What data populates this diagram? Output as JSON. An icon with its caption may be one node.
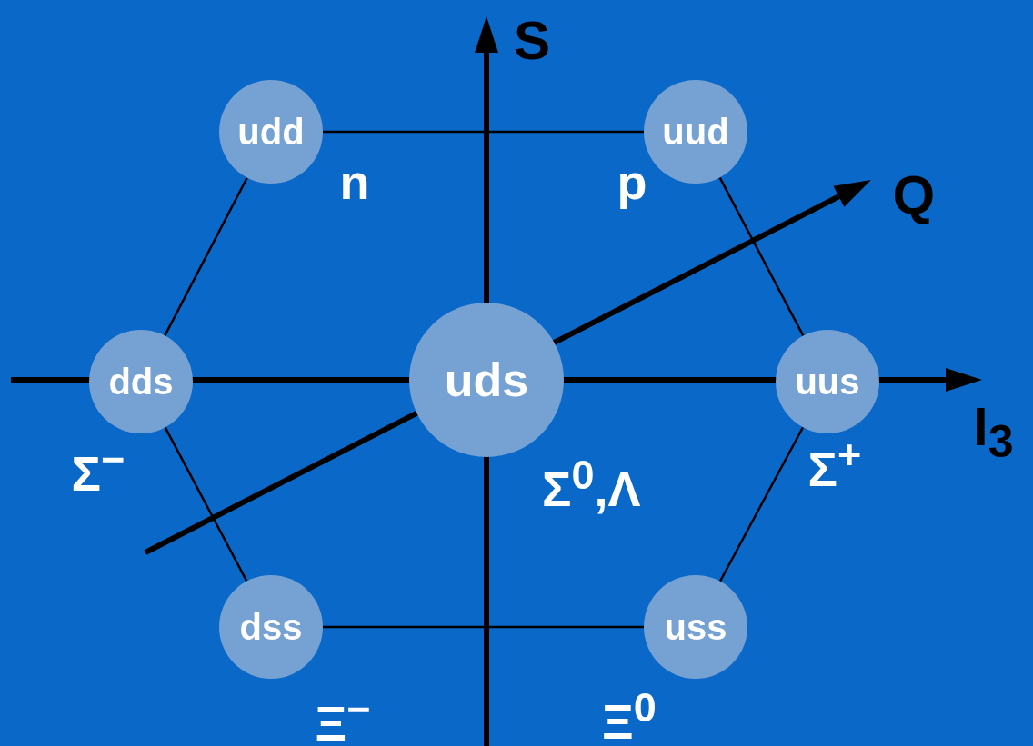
{
  "diagram": {
    "nodes": [
      {
        "text": [
          "udd"
        ],
        "beside": [
          "n"
        ]
      },
      {
        "text": [
          "uud"
        ],
        "beside": [
          "p"
        ]
      },
      {
        "text": [
          "dds"
        ],
        "beside": [
          "Σ$^{−}$"
        ]
      },
      {
        "text": [
          "uds"
        ],
        "beside": [
          "Σ$^{0}$,Λ"
        ]
      },
      {
        "text": [
          "uus"
        ],
        "beside": [
          "Σ$^{+}$"
        ]
      },
      {
        "text": [
          "dss"
        ],
        "beside": [
          "Ξ$^{−}$"
        ]
      },
      {
        "text": [
          "uss"
        ],
        "beside": [
          "Ξ$^{0}$"
        ]
      }
    ],
    "edges": [
      {
        "from": 0,
        "to": 1,
        "arrow": "none"
      },
      {
        "from": 1,
        "to": 4,
        "arrow": "none"
      },
      {
        "from": 4,
        "to": 6,
        "arrow": "none"
      },
      {
        "from": 6,
        "to": 5,
        "arrow": "none"
      },
      {
        "from": 5,
        "to": 2,
        "arrow": "none"
      },
      {
        "from": 2,
        "to": 0,
        "arrow": "none"
      }
    ],
    "labels": [
      "S",
      "Q",
      "I$_{3}$"
    ]
  }
}
